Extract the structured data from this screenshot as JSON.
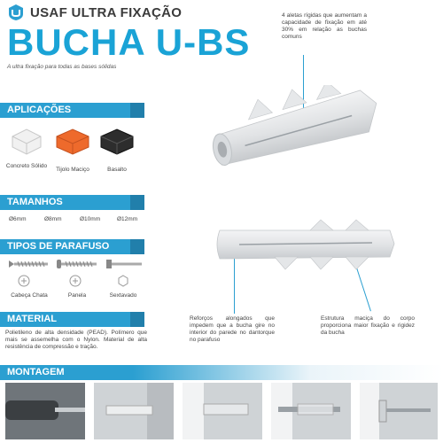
{
  "header": {
    "brand": "USAF ULTRA FIXAÇÃO",
    "title": "BUCHA U-BS",
    "tagline": "A ultra fixação para todas as bases sólidas"
  },
  "callouts": {
    "top": "4 aletas rígidas que aumentam a capacidade de fixação em até 30% em relação as buchas comuns",
    "left": "Reforços alongados que impedem que a bucha gire no interior do parede no dantorque no parafuso",
    "right": "Estrutura maciça do corpo proporciona maior fixação e rigidez da bucha"
  },
  "aplicacoes": {
    "label": "APLICAÇÕES",
    "items": [
      "Concreto Sólido",
      "Tijolo Maciço",
      "Basalto"
    ]
  },
  "tamanhos": {
    "label": "TAMANHOS",
    "items": [
      "Ø6mm",
      "Ø8mm",
      "Ø10mm",
      "Ø12mm"
    ]
  },
  "parafusos": {
    "label": "TIPOS DE PARAFUSO",
    "items": [
      "Cabeça Chata",
      "Panela",
      "Sextavado"
    ]
  },
  "material": {
    "label": "MATERIAL",
    "text": "Polietileno de alta densidade (PEAD). Polímero que mais se assemelha com o Nylon. Material de alta resistência de compressão e tração."
  },
  "montagem": {
    "label": "MONTAGEM"
  },
  "colors": {
    "accent": "#2b9fd1",
    "accent_dark": "#217fab",
    "title": "#1aa3d6",
    "orange": "#ee6a2c",
    "black": "#2d2d2d"
  },
  "icons": [
    "usaf-logo-icon",
    "concrete-block-icon",
    "brick-icon",
    "basalt-block-icon",
    "screw-icon",
    "screw-head-icon"
  ]
}
